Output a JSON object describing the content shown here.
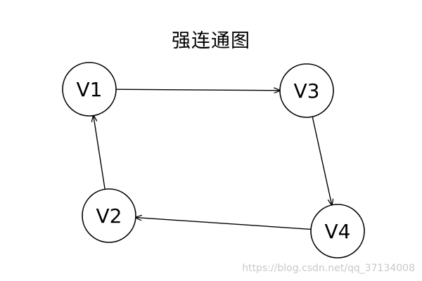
{
  "title": "强连通图",
  "watermark": "https://blog.csdn.net/qq_37134008",
  "nodes": [
    {
      "id": "V1",
      "label": "V1"
    },
    {
      "id": "V3",
      "label": "V3"
    },
    {
      "id": "V2",
      "label": "V2"
    },
    {
      "id": "V4",
      "label": "V4"
    }
  ],
  "edges": [
    {
      "from": "V1",
      "to": "V3"
    },
    {
      "from": "V3",
      "to": "V4"
    },
    {
      "from": "V4",
      "to": "V2"
    },
    {
      "from": "V2",
      "to": "V1"
    }
  ]
}
